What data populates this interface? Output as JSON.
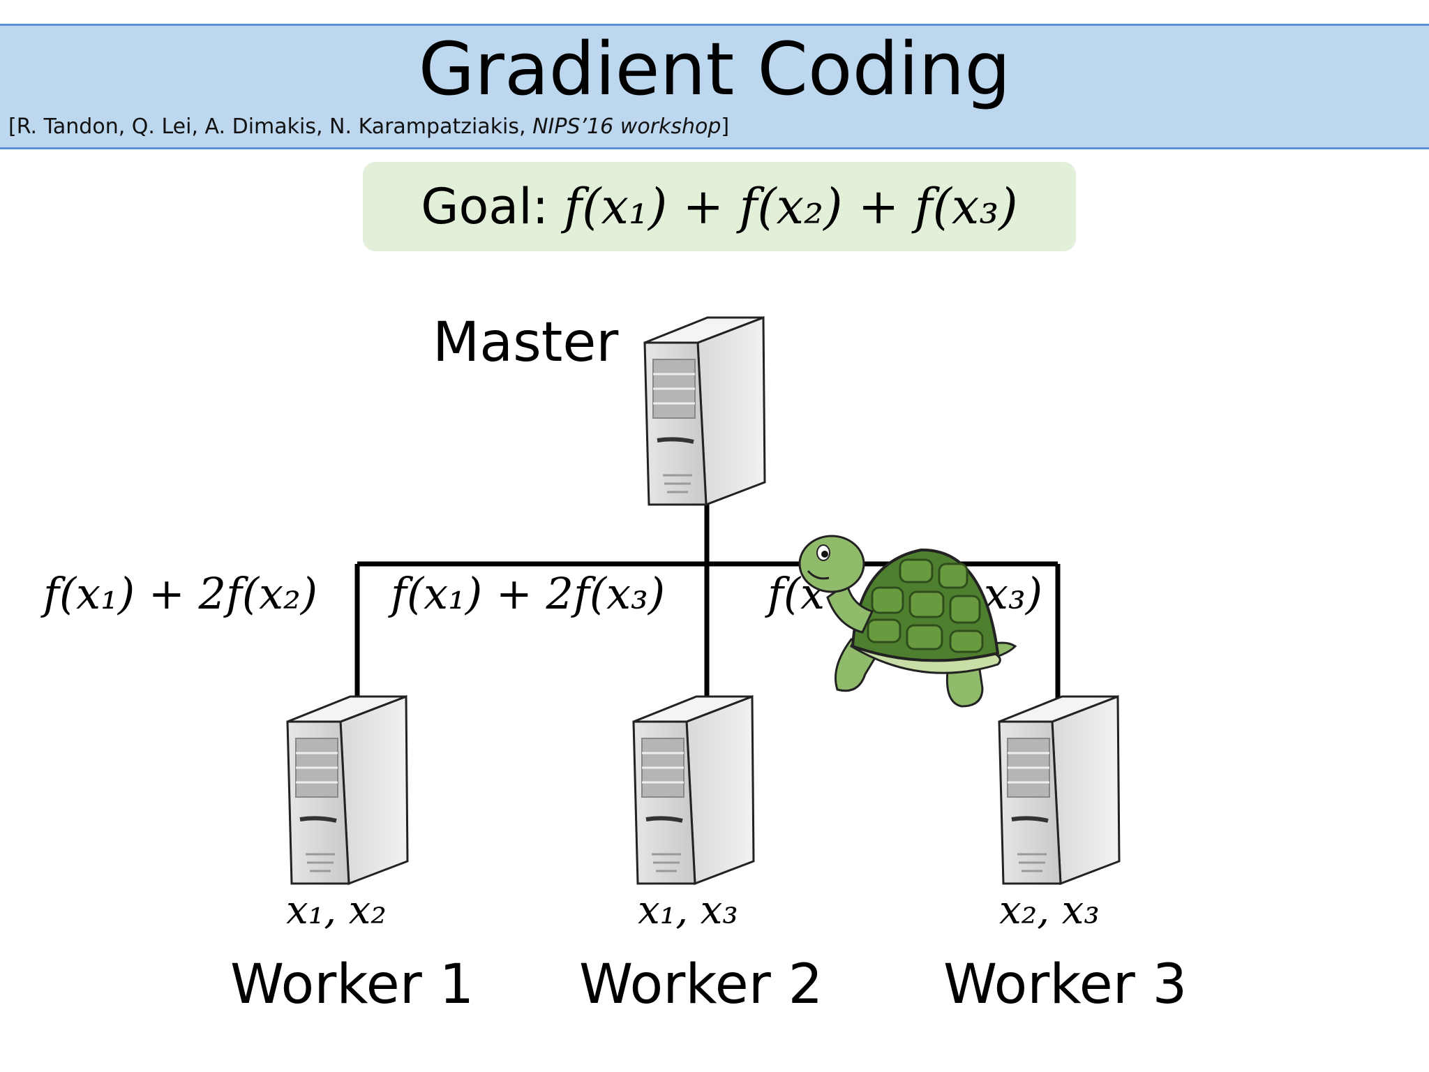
{
  "slide": {
    "title": "Gradient Coding",
    "citation_authors": "[R. Tandon, Q. Lei, A. Dimakis, N. Karampatziakis, ",
    "citation_venue": "NIPS’16 workshop",
    "citation_close": "]",
    "goal_label": "Goal:",
    "goal_formula": "f(x₁) + f(x₂) + f(x₃)"
  },
  "nodes": {
    "master": {
      "label": "Master"
    },
    "workers": [
      {
        "label": "Worker 1",
        "data": "x₁, x₂",
        "message": "f(x₁) + 2f(x₂)"
      },
      {
        "label": "Worker 2",
        "data": "x₁, x₃",
        "message": "f(x₁) + 2f(x₃)"
      },
      {
        "label": "Worker 3",
        "data": "x₂, x₃",
        "message_left": "f(x",
        "message_right": "x₃)"
      }
    ]
  },
  "icons": {
    "server": "server-tower-icon",
    "straggler": "turtle-icon"
  },
  "colors": {
    "title_bar": "#bdd7ee",
    "title_border": "#5b8fd6",
    "goal_box": "#e2efd9",
    "turtle_shell": "#4e7f2e",
    "turtle_skin": "#8fbb6a"
  }
}
